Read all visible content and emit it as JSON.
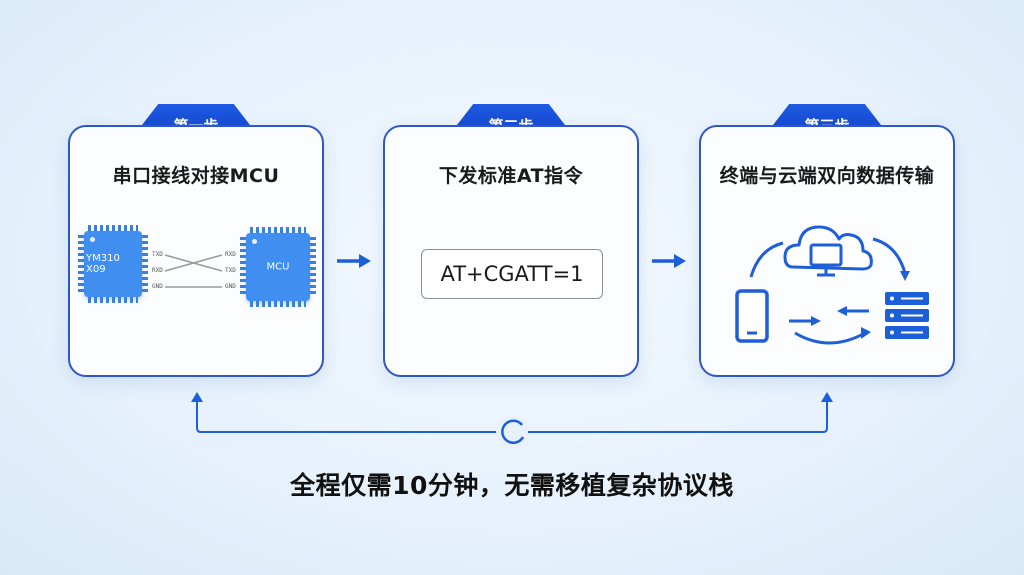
{
  "steps": [
    {
      "badge": "第一步",
      "title": "串口接线对接MCU"
    },
    {
      "badge": "第二步",
      "title": "下发标准AT指令"
    },
    {
      "badge": "第三步",
      "title": "终端与云端双向数据传输"
    }
  ],
  "step1": {
    "module_label": "YM310 X09",
    "mcu_label": "MCU",
    "module_pins": [
      "TXD",
      "RXD",
      "GND"
    ],
    "mcu_pins": [
      "RXD",
      "TXD",
      "GND"
    ]
  },
  "step2": {
    "command": "AT+CGATT=1"
  },
  "step3": {
    "icons": [
      "cloud-monitor-icon",
      "phone-icon",
      "server-icon"
    ]
  },
  "footer": "全程仅需10分钟，无需移植复杂协议栈",
  "colors": {
    "accent": "#1f5ae2",
    "border": "#2f57c8",
    "chip": "#3f8ef0"
  }
}
